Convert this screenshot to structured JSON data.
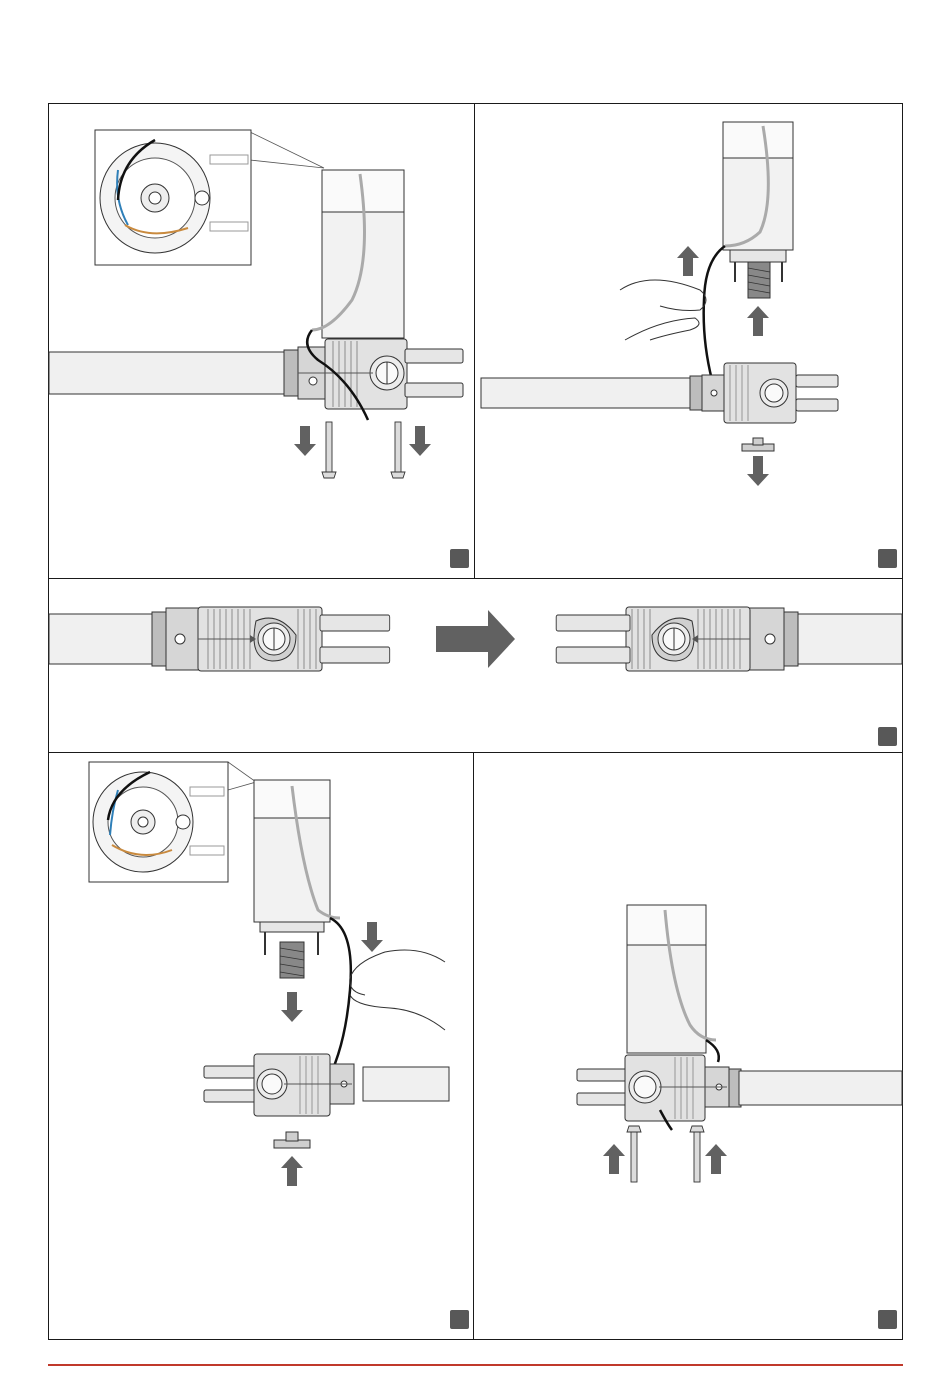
{
  "document": {
    "panels": [
      {
        "id": "panel-1",
        "icon": "remove-screws-illustration"
      },
      {
        "id": "panel-2",
        "icon": "remove-motor-illustration"
      },
      {
        "id": "panel-3",
        "icon": "rotate-gearbox-illustration"
      },
      {
        "id": "panel-4",
        "icon": "insert-motor-illustration"
      },
      {
        "id": "panel-5",
        "icon": "fasten-screws-illustration"
      }
    ],
    "colors": {
      "frame": "#1a1a1a",
      "arrow": "#616161",
      "badge": "#585858",
      "metal_light": "#e2e2e2",
      "metal_mid": "#c9c9c9",
      "motor_body": "#f2f2f2",
      "tube": "#f0f0f0",
      "cable_black": "#111111",
      "cable_grey": "#aaaaaa",
      "wire_orange": "#c98a3e",
      "wire_blue": "#2e7fb8",
      "footer_accent": "#c0392b"
    }
  }
}
